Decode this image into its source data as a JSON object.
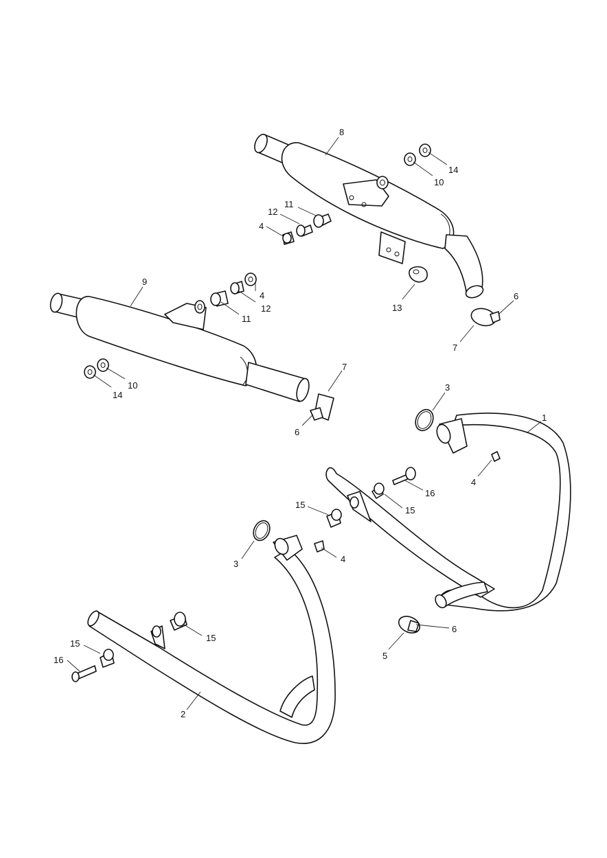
{
  "callouts": [
    {
      "id": "c8",
      "text": "8"
    },
    {
      "id": "c14a",
      "text": "14"
    },
    {
      "id": "c10a",
      "text": "10"
    },
    {
      "id": "c11a",
      "text": "11"
    },
    {
      "id": "c12a",
      "text": "12"
    },
    {
      "id": "c4a",
      "text": "4"
    },
    {
      "id": "c9",
      "text": "9"
    },
    {
      "id": "c4b",
      "text": "4"
    },
    {
      "id": "c12b",
      "text": "12"
    },
    {
      "id": "c11b",
      "text": "11"
    },
    {
      "id": "c13",
      "text": "13"
    },
    {
      "id": "c6a",
      "text": "6"
    },
    {
      "id": "c7a",
      "text": "7"
    },
    {
      "id": "c10b",
      "text": "10"
    },
    {
      "id": "c14b",
      "text": "14"
    },
    {
      "id": "c7b",
      "text": "7"
    },
    {
      "id": "c6b",
      "text": "6"
    },
    {
      "id": "c3a",
      "text": "3"
    },
    {
      "id": "c1",
      "text": "1"
    },
    {
      "id": "c4c",
      "text": "4"
    },
    {
      "id": "c16a",
      "text": "16"
    },
    {
      "id": "c15a",
      "text": "15"
    },
    {
      "id": "c15b",
      "text": "15"
    },
    {
      "id": "c3b",
      "text": "3"
    },
    {
      "id": "c4d",
      "text": "4"
    },
    {
      "id": "c15c",
      "text": "15"
    },
    {
      "id": "c15d",
      "text": "15"
    },
    {
      "id": "c16b",
      "text": "16"
    },
    {
      "id": "c6c",
      "text": "6"
    },
    {
      "id": "c5",
      "text": "5"
    },
    {
      "id": "c2",
      "text": "2"
    }
  ]
}
